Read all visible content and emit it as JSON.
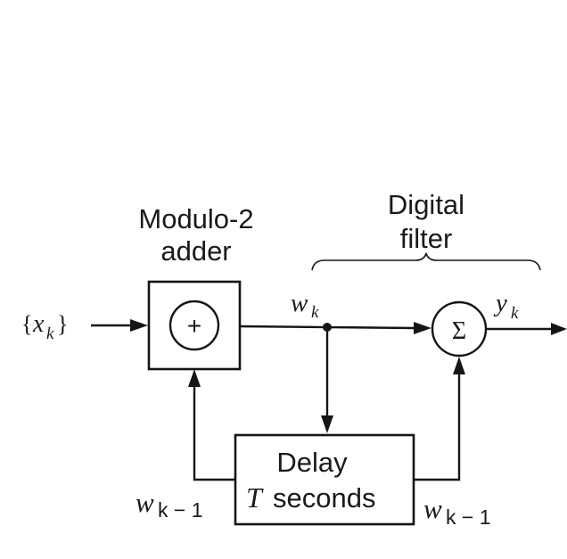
{
  "labels": {
    "adder_title_line1": "Modulo-2",
    "adder_title_line2": "adder",
    "filter_title_line1": "Digital",
    "filter_title_line2": "filter",
    "adder_symbol": "+",
    "sum_symbol": "Σ",
    "delay_line1": "Delay",
    "delay_T": "T",
    "delay_seconds": "seconds"
  },
  "signals": {
    "input_brace_open": "{",
    "input_var": "x",
    "input_sub": "k",
    "input_brace_close": "}",
    "w_var": "w",
    "w_sub": "k",
    "y_var": "y",
    "y_sub": "k",
    "feedback_left_var": "w",
    "feedback_left_sub": "k − 1",
    "feedback_right_var": "w",
    "feedback_right_sub": "k − 1"
  }
}
